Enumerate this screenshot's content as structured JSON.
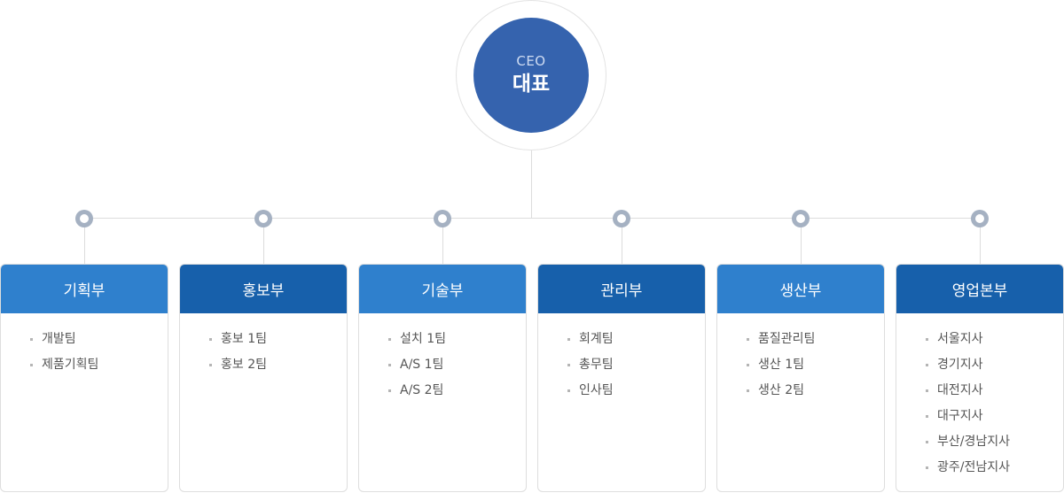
{
  "ceo": {
    "title_en": "CEO",
    "title_ko": "대표",
    "color": "#3563ae"
  },
  "departments": [
    {
      "name": "기획부",
      "header_color": "#2f80cd",
      "teams": [
        "개발팀",
        "제품기획팀"
      ]
    },
    {
      "name": "홍보부",
      "header_color": "#1760ab",
      "teams": [
        "홍보 1팀",
        "홍보 2팀"
      ]
    },
    {
      "name": "기술부",
      "header_color": "#2f80cd",
      "teams": [
        "설치 1팀",
        "A/S 1팀",
        "A/S 2팀"
      ]
    },
    {
      "name": "관리부",
      "header_color": "#1760ab",
      "teams": [
        "회계팀",
        "총무팀",
        "인사팀"
      ]
    },
    {
      "name": "생산부",
      "header_color": "#2f80cd",
      "teams": [
        "품질관리팀",
        "생산 1팀",
        "생산 2팀"
      ]
    },
    {
      "name": "영업본부",
      "header_color": "#1760ab",
      "teams": [
        "서울지사",
        "경기지사",
        "대전지사",
        "대구지사",
        "부산/경남지사",
        "광주/전남지사"
      ]
    }
  ]
}
